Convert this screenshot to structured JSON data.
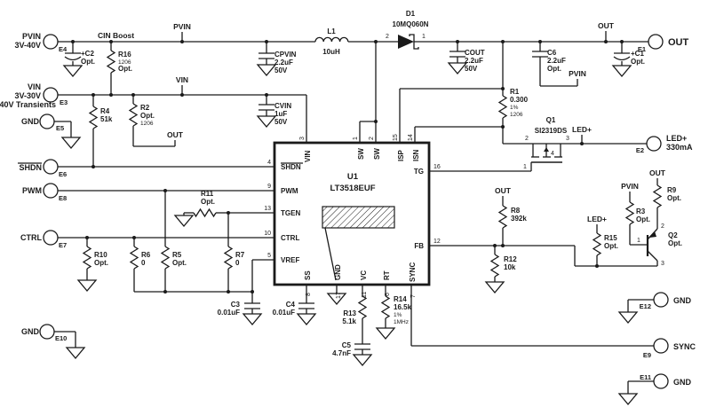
{
  "nets": {
    "pvin": "PVIN",
    "vin": "VIN",
    "out": "OUT",
    "led_plus": "LED+",
    "cin_boost": "CIN Boost"
  },
  "ic": {
    "ref": "U1",
    "part": "LT3518EUF",
    "pins": {
      "shdn": {
        "num": "4",
        "name": "SHDN"
      },
      "pwm": {
        "num": "9",
        "name": "PWM"
      },
      "tgen": {
        "num": "13",
        "name": "TGEN"
      },
      "ctrl": {
        "num": "10",
        "name": "CTRL"
      },
      "vref": {
        "num": "5",
        "name": "VREF"
      },
      "vin": {
        "num": "3",
        "name": "VIN"
      },
      "sw1": {
        "num": "1",
        "name": "SW"
      },
      "sw2": {
        "num": "2",
        "name": "SW"
      },
      "isp": {
        "num": "15",
        "name": "ISP"
      },
      "isn": {
        "num": "14",
        "name": "ISN"
      },
      "ss": {
        "num": "8",
        "name": "SS"
      },
      "gnd": {
        "num": "17",
        "name": "GND"
      },
      "vc": {
        "num": "11",
        "name": "VC"
      },
      "rt": {
        "num": "6",
        "name": "RT"
      },
      "sync": {
        "num": "7",
        "name": "SYNC"
      },
      "tg": {
        "num": "16",
        "name": "TG"
      },
      "fb": {
        "num": "12",
        "name": "FB"
      }
    }
  },
  "terminals": {
    "e4": {
      "id": "E4",
      "lines": [
        "PVIN",
        "3V-40V"
      ]
    },
    "e3": {
      "id": "E3",
      "lines": [
        "VIN",
        "3V-30V",
        "40V Transients"
      ]
    },
    "e5": {
      "id": "E5",
      "lines": [
        "GND"
      ]
    },
    "e6": {
      "id": "E6",
      "lines": [
        "SHDN"
      ]
    },
    "e8": {
      "id": "E8",
      "lines": [
        "PWM"
      ]
    },
    "e7": {
      "id": "E7",
      "lines": [
        "CTRL"
      ]
    },
    "e10": {
      "id": "E10",
      "lines": [
        "GND"
      ]
    },
    "e1": {
      "id": "E1",
      "lines": [
        "OUT"
      ]
    },
    "e2": {
      "id": "E2",
      "lines": [
        "LED+",
        "330mA"
      ]
    },
    "e12": {
      "id": "E12",
      "lines": [
        "GND"
      ]
    },
    "e9": {
      "id": "E9",
      "lines": [
        "SYNC"
      ]
    },
    "e11": {
      "id": "E11",
      "lines": [
        "GND"
      ]
    }
  },
  "components": {
    "c2": {
      "lines": [
        "+C2",
        "Opt."
      ]
    },
    "r16": {
      "lines": [
        "R16",
        "1206",
        "Opt."
      ]
    },
    "cpvin": {
      "lines": [
        "CPVIN",
        "2.2uF",
        "50V"
      ]
    },
    "l1": {
      "ref": "L1",
      "value": "10uH"
    },
    "d1": {
      "ref": "D1",
      "part": "10MQ060N",
      "pin2": "2",
      "pin1": "1"
    },
    "cout": {
      "lines": [
        "COUT",
        "2.2uF",
        "50V"
      ]
    },
    "c6": {
      "lines": [
        "C6",
        "2.2uF",
        "Opt."
      ]
    },
    "c1": {
      "lines": [
        "+C1",
        "Opt."
      ]
    },
    "cvin": {
      "lines": [
        "CVIN",
        "1uF",
        "50V"
      ]
    },
    "r4": {
      "lines": [
        "R4",
        "51k"
      ]
    },
    "r2": {
      "lines": [
        "R2",
        "Opt.",
        "1206"
      ]
    },
    "r1": {
      "lines": [
        "R1",
        "0.300",
        "1%",
        "1206"
      ]
    },
    "q1": {
      "ref": "Q1",
      "part": "SI2319DS",
      "pin1": "1",
      "pin2": "2",
      "pin3": "3",
      "pin4": "4"
    },
    "r11": {
      "lines": [
        "R11",
        "Opt."
      ]
    },
    "r10": {
      "lines": [
        "R10",
        "Opt."
      ]
    },
    "r6": {
      "lines": [
        "R6",
        "0"
      ]
    },
    "r5": {
      "lines": [
        "R5",
        "Opt."
      ]
    },
    "r7": {
      "lines": [
        "R7",
        "0"
      ]
    },
    "c3": {
      "lines": [
        "C3",
        "0.01uF"
      ]
    },
    "c4": {
      "lines": [
        "C4",
        "0.01uF"
      ]
    },
    "r13": {
      "lines": [
        "R13",
        "5.1k"
      ]
    },
    "c5": {
      "lines": [
        "C5",
        "4.7nF"
      ]
    },
    "r14": {
      "lines": [
        "R14",
        "16.5k",
        "1%",
        "1MHz"
      ]
    },
    "r8": {
      "lines": [
        "R8",
        "392k"
      ]
    },
    "r12": {
      "lines": [
        "R12",
        "10k"
      ]
    },
    "r15": {
      "lines": [
        "R15",
        "Opt."
      ]
    },
    "r3": {
      "lines": [
        "R3",
        "Opt."
      ]
    },
    "r9": {
      "lines": [
        "R9",
        "Opt."
      ]
    },
    "q2": {
      "ref": "Q2",
      "value": "Opt.",
      "pin1": "1",
      "pin2": "2",
      "pin3": "3"
    }
  }
}
